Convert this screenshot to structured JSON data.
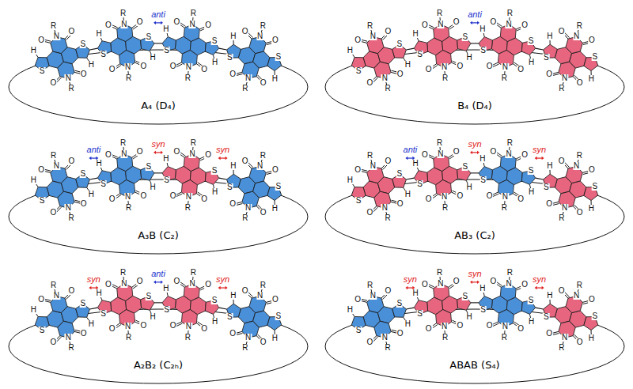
{
  "diagram": {
    "nodes": [
      {
        "text": [
          "A₄ (D₄)"
        ]
      },
      {
        "text": [
          "B₄ (D₄)"
        ]
      },
      {
        "text": [
          "A₃B (C₂)"
        ]
      },
      {
        "text": [
          "AB₃ (C₂)"
        ]
      },
      {
        "text": [
          "A₂B₂ (C₂ₕ)"
        ]
      },
      {
        "text": [
          "ABAB (S₄)"
        ]
      }
    ],
    "labels": [
      "R",
      "N",
      "O",
      "O",
      "S",
      "H",
      "S",
      "H",
      "O",
      "O",
      "N",
      "R",
      "R",
      "N",
      "O",
      "O",
      "S",
      "H",
      "S",
      "H",
      "O",
      "O",
      "N",
      "R",
      "R",
      "N",
      "O",
      "O",
      "S",
      "H",
      "S",
      "H",
      "O",
      "O",
      "N",
      "R",
      "R",
      "N",
      "O",
      "O",
      "S",
      "H",
      "S",
      "H",
      "O",
      "O",
      "N",
      "R",
      "anti",
      "R",
      "N",
      "O",
      "O",
      "S",
      "H",
      "S",
      "H",
      "O",
      "O",
      "N",
      "R",
      "R",
      "N",
      "O",
      "O",
      "S",
      "H",
      "S",
      "H",
      "O",
      "O",
      "N",
      "R",
      "R",
      "N",
      "O",
      "O",
      "S",
      "H",
      "S",
      "H",
      "O",
      "O",
      "N",
      "R",
      "R",
      "N",
      "O",
      "O",
      "S",
      "H",
      "S",
      "H",
      "O",
      "O",
      "N",
      "R",
      "anti",
      "R",
      "N",
      "O",
      "O",
      "S",
      "H",
      "S",
      "H",
      "O",
      "O",
      "N",
      "R",
      "R",
      "N",
      "O",
      "O",
      "S",
      "H",
      "S",
      "H",
      "O",
      "O",
      "N",
      "R",
      "R",
      "N",
      "O",
      "O",
      "S",
      "H",
      "S",
      "H",
      "O",
      "O",
      "N",
      "R",
      "R",
      "N",
      "O",
      "O",
      "S",
      "H",
      "S",
      "H",
      "O",
      "O",
      "N",
      "R",
      "anti",
      "syn",
      "syn",
      "R",
      "N",
      "O",
      "O",
      "S",
      "H",
      "S",
      "H",
      "O",
      "O",
      "N",
      "R",
      "R",
      "N",
      "O",
      "O",
      "S",
      "H",
      "S",
      "H",
      "O",
      "O",
      "N",
      "R",
      "R",
      "N",
      "O",
      "O",
      "S",
      "H",
      "S",
      "H",
      "O",
      "O",
      "N",
      "R",
      "R",
      "N",
      "O",
      "O",
      "S",
      "H",
      "S",
      "H",
      "O",
      "O",
      "N",
      "R",
      "anti",
      "syn",
      "syn",
      "R",
      "N",
      "O",
      "O",
      "S",
      "H",
      "S",
      "H",
      "O",
      "O",
      "N",
      "R",
      "R",
      "N",
      "O",
      "O",
      "S",
      "H",
      "S",
      "H",
      "O",
      "O",
      "N",
      "R",
      "R",
      "N",
      "O",
      "O",
      "S",
      "H",
      "S",
      "H",
      "O",
      "O",
      "N",
      "R",
      "R",
      "N",
      "O",
      "O",
      "S",
      "H",
      "S",
      "H",
      "O",
      "O",
      "N",
      "R",
      "syn",
      "anti",
      "syn",
      "R",
      "N",
      "O",
      "O",
      "S",
      "H",
      "S",
      "H",
      "O",
      "O",
      "N",
      "R",
      "R",
      "N",
      "O",
      "O",
      "S",
      "H",
      "S",
      "H",
      "O",
      "O",
      "N",
      "R",
      "R",
      "N",
      "O",
      "O",
      "S",
      "H",
      "S",
      "H",
      "O",
      "O",
      "N",
      "R",
      "R",
      "N",
      "O",
      "O",
      "S",
      "H",
      "S",
      "H",
      "O",
      "O",
      "N",
      "R",
      "syn",
      "syn",
      "syn"
    ]
  }
}
